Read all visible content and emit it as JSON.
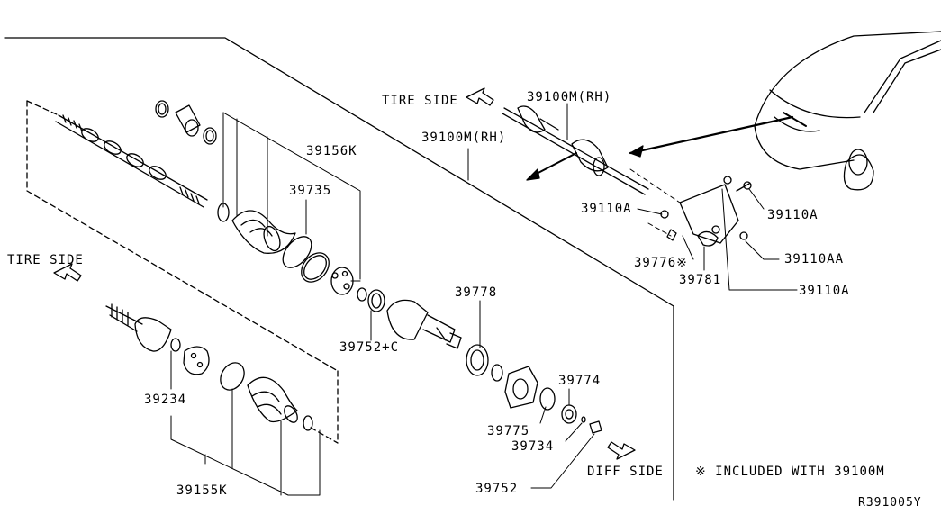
{
  "diagram": {
    "title": "Front Drive Shaft parts diagram",
    "colors": {
      "ink": "#000000",
      "paper": "#ffffff"
    },
    "labels": {
      "tire_side_top": "TIRE SIDE",
      "tire_side_left": "TIRE SIDE",
      "diff_side": "DIFF SIDE",
      "p39100m_rh_1": "39100M(RH)",
      "p39100m_rh_2": "39100M(RH)",
      "p39156k": "39156K",
      "p39735": "39735",
      "p39110a_1": "39110A",
      "p39110a_2": "39110A",
      "p39110a_3": "39110A",
      "p39110aa": "39110AA",
      "p39776": "39776※",
      "p39781": "39781",
      "p39778": "39778",
      "p39752c": "39752+C",
      "p39234": "39234",
      "p39155k": "39155K",
      "p39774": "39774",
      "p39775": "39775",
      "p39734": "39734",
      "p39752": "39752",
      "note": "※ INCLUDED WITH 39100M",
      "ref_code": "R391005Y"
    }
  }
}
